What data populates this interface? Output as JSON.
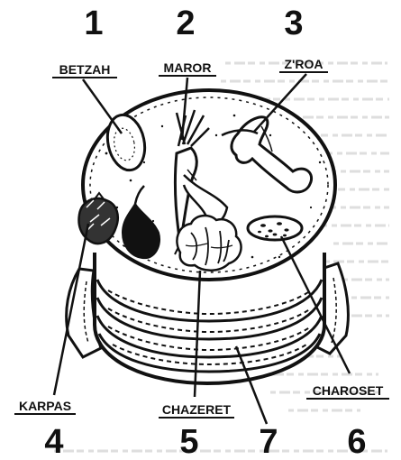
{
  "numbers": {
    "n1": "1",
    "n2": "2",
    "n3": "3",
    "n4": "4",
    "n5": "5",
    "n6": "6",
    "n7": "7"
  },
  "labels": {
    "betzah": "BETZAH",
    "maror": "MAROR",
    "zroa": "Z'ROA",
    "karpas": "KARPAS",
    "chazeret": "CHAZERET",
    "charoset": "CHAROSET"
  },
  "colors": {
    "ink": "#111111",
    "background": "#ffffff",
    "bleed_text": "#b9b9b9"
  }
}
